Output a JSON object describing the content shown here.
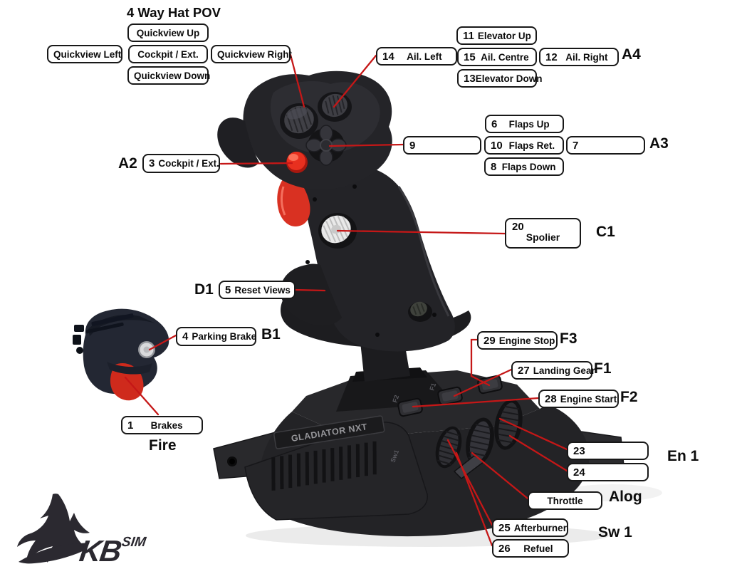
{
  "title": "4 Way Hat POV",
  "hat_pov": {
    "up": "Quickview Up",
    "left": "Quickview Left",
    "center": "Cockpit / Ext.",
    "right": "Quickview Right",
    "down": "Quickview Down"
  },
  "ail": {
    "group": "A4",
    "up": {
      "num": "11",
      "label": "Elevator Up"
    },
    "left": {
      "num": "14",
      "label": "Ail. Left"
    },
    "centre": {
      "num": "15",
      "label": "Ail. Centre"
    },
    "right": {
      "num": "12",
      "label": "Ail. Right"
    },
    "down": {
      "num": "13",
      "label": "Elevator Down"
    }
  },
  "flaps": {
    "group": "A3",
    "up": {
      "num": "6",
      "label": "Flaps Up"
    },
    "axis_left": {
      "num": "9"
    },
    "ret": {
      "num": "10",
      "label": "Flaps Ret."
    },
    "axis_right": {
      "num": "7"
    },
    "down": {
      "num": "8",
      "label": "Flaps Down"
    }
  },
  "cockpit": {
    "group": "A2",
    "num": "3",
    "label": "Cockpit / Ext."
  },
  "spoiler": {
    "group": "C1",
    "num": "20",
    "label": "Spolier"
  },
  "reset": {
    "group": "D1",
    "num": "5",
    "label": "Reset Views"
  },
  "parking": {
    "group": "B1",
    "num": "4",
    "label": "Parking Brake"
  },
  "engine_stop": {
    "group": "F3",
    "num": "29",
    "label": "Engine Stop"
  },
  "landing_gear": {
    "group": "F1",
    "num": "27",
    "label": "Landing Gear"
  },
  "engine_start": {
    "group": "F2",
    "num": "28",
    "label": "Engine Start"
  },
  "brakes": {
    "group": "Fire",
    "num": "1",
    "label": "Brakes"
  },
  "encoder": {
    "group": "En 1",
    "top": {
      "num": "23"
    },
    "bottom": {
      "num": "24"
    }
  },
  "throttle": {
    "group": "Alog",
    "label": "Throttle"
  },
  "sw1": {
    "group": "Sw 1",
    "afterburner": {
      "num": "25",
      "label": "Afterburner"
    },
    "refuel": {
      "num": "26",
      "label": "Refuel"
    }
  },
  "device": {
    "base_label": "GLADIATOR NXT",
    "print_f1": "F1",
    "print_f2": "F2",
    "print_sw1": "Sw1"
  },
  "logo": {
    "kb": "KB",
    "sim": "SIM"
  },
  "colors": {
    "callout_line": "#c51717",
    "box_border": "#181818",
    "trigger_red": "#d93122"
  }
}
